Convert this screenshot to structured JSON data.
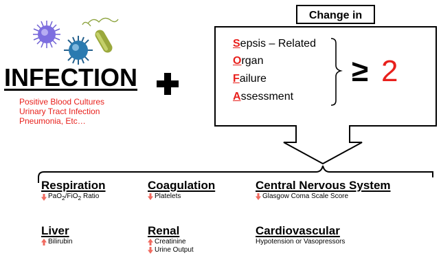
{
  "left": {
    "title": "INFECTION",
    "examples": [
      "Positive Blood Cultures",
      "Urinary Tract Infection",
      "Pneumonia, Etc…"
    ]
  },
  "change_label": "Change in",
  "sofa": {
    "lines": [
      {
        "first": "S",
        "rest": "epsis – Related"
      },
      {
        "first": "O",
        "rest": "rgan"
      },
      {
        "first": "F",
        "rest": "ailure"
      },
      {
        "first": "A",
        "rest": "ssessment"
      }
    ],
    "threshold_symbol": "≥",
    "threshold_value": "2"
  },
  "categories": [
    {
      "title": "Respiration",
      "items": [
        {
          "dir": "down",
          "text_html": "PaO<sub>2</sub>/FiO<sub>2</sub> Ratio"
        }
      ]
    },
    {
      "title": "Coagulation",
      "items": [
        {
          "dir": "down",
          "text": "Platelets"
        }
      ]
    },
    {
      "title": "Central Nervous System",
      "items": [
        {
          "dir": "down",
          "text": "Glasgow Coma Scale Score"
        }
      ]
    },
    {
      "title": "Liver",
      "items": [
        {
          "dir": "up",
          "text": "Bilirubin"
        }
      ]
    },
    {
      "title": "Renal",
      "items": [
        {
          "dir": "up",
          "text": "Creatinine"
        },
        {
          "dir": "down",
          "text": "Urine Output"
        }
      ]
    },
    {
      "title": "Cardiovascular",
      "items": [
        {
          "dir": "none",
          "text": "Hypotension or Vasopressors"
        }
      ]
    }
  ],
  "colors": {
    "accent": "#e8201c",
    "arrow": "#f06a5f",
    "text": "#000000"
  }
}
